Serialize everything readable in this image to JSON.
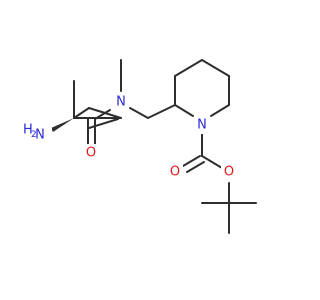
{
  "colors": {
    "bond": "#2e2e2e",
    "nitrogen": "#2b2bd6",
    "oxygen": "#e01b1b",
    "background": "#ffffff"
  },
  "labels": {
    "amine_n": "N",
    "amine_h2": "H2",
    "amine_sub": "2",
    "amide_n": "N",
    "amide_o": "O",
    "ring_n": "N",
    "carbamate_o_double": "O",
    "carbamate_o_single": "O"
  }
}
